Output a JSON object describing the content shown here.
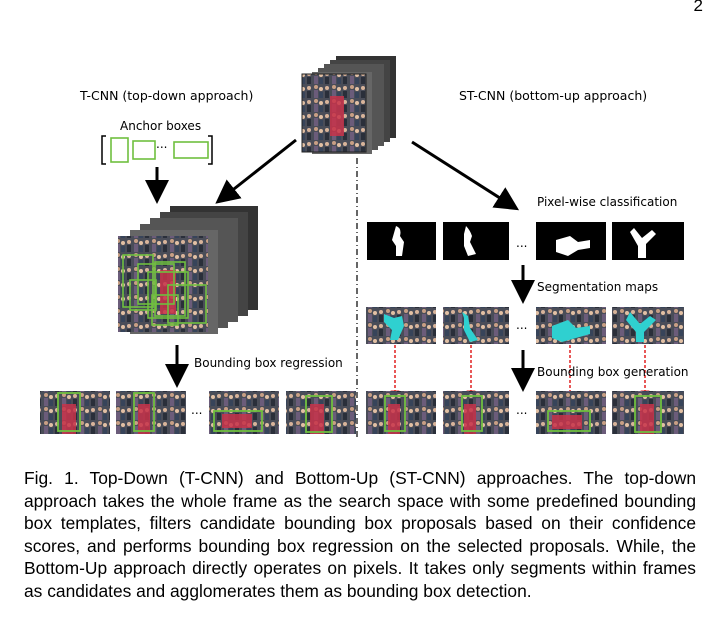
{
  "page_number": "2",
  "labels": {
    "tcnn": "T-CNN (top-down approach)",
    "stcnn": "ST-CNN (bottom-up approach)",
    "anchor_boxes": "Anchor boxes",
    "pixel_wise": "Pixel-wise classification",
    "segmentation_maps": "Segmentation maps",
    "bbox_regression": "Bounding box regression",
    "bbox_generation": "Bounding box generation",
    "ellipsis": "..."
  },
  "caption": "Fig. 1. Top-Down (T-CNN) and Bottom-Up (ST-CNN) approaches. The top-down approach takes the whole frame as the search space with some predefined bounding box templates, filters candidate bounding box proposals based on their confidence scores, and performs bounding box regression on the selected proposals. While, the Bottom-Up approach directly operates on pixels. It takes only segments within frames as candidates and agglomerates them as bounding box detection.",
  "colors": {
    "box_green": "#6fbf3f",
    "arrow_red": "#e02020",
    "cyan": "#2fd0d0"
  }
}
